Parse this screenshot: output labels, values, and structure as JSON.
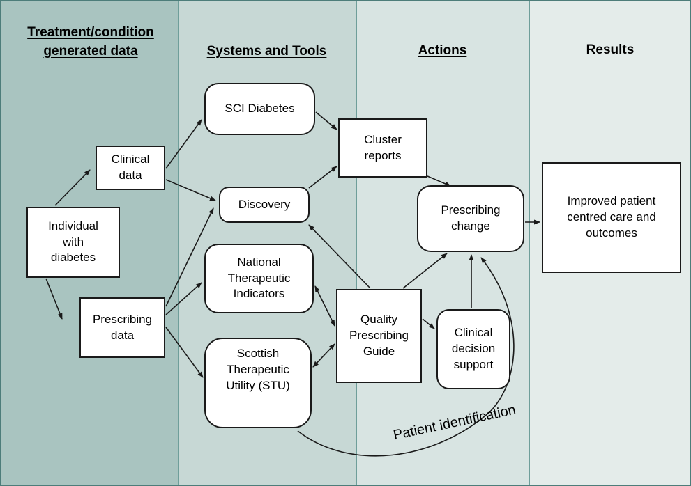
{
  "columns": [
    {
      "id": "data",
      "label": "Treatment/condition generated data"
    },
    {
      "id": "systems",
      "label": "Systems and Tools"
    },
    {
      "id": "actions",
      "label": "Actions"
    },
    {
      "id": "results",
      "label": "Results"
    }
  ],
  "nodes": {
    "individual": {
      "label": "Individual with diabetes",
      "shape": "rect"
    },
    "clinical_data": {
      "label": "Clinical data",
      "shape": "rect"
    },
    "prescribing_data": {
      "label": "Prescribing data",
      "shape": "rect"
    },
    "sci_diabetes": {
      "label": "SCI Diabetes",
      "shape": "rounded"
    },
    "discovery": {
      "label": "Discovery",
      "shape": "rounded"
    },
    "national_therapeutic_indicators": {
      "label": "National Therapeutic Indicators",
      "shape": "rounded"
    },
    "scottish_therapeutic_utility": {
      "label": "Scottish Therapeutic Utility (STU)",
      "shape": "rounded"
    },
    "cluster_reports": {
      "label": "Cluster reports",
      "shape": "rect"
    },
    "quality_prescribing_guide": {
      "label": "Quality Prescribing Guide",
      "shape": "rect"
    },
    "clinical_decision_support": {
      "label": "Clinical decision support",
      "shape": "rounded"
    },
    "prescribing_change": {
      "label": "Prescribing change",
      "shape": "rounded"
    },
    "improved_outcomes": {
      "label": "Improved patient centred care and outcomes",
      "shape": "rect"
    }
  },
  "edges": [
    {
      "from": "individual",
      "to": "clinical_data",
      "double": false
    },
    {
      "from": "individual",
      "to": "prescribing_data",
      "double": false
    },
    {
      "from": "clinical_data",
      "to": "sci_diabetes",
      "double": false
    },
    {
      "from": "clinical_data",
      "to": "discovery",
      "double": false
    },
    {
      "from": "prescribing_data",
      "to": "discovery",
      "double": false
    },
    {
      "from": "prescribing_data",
      "to": "national_therapeutic_indicators",
      "double": false
    },
    {
      "from": "prescribing_data",
      "to": "scottish_therapeutic_utility",
      "double": false
    },
    {
      "from": "sci_diabetes",
      "to": "cluster_reports",
      "double": false
    },
    {
      "from": "discovery",
      "to": "cluster_reports",
      "double": false
    },
    {
      "from": "cluster_reports",
      "to": "prescribing_change",
      "double": false
    },
    {
      "from": "quality_prescribing_guide",
      "to": "discovery",
      "double": false
    },
    {
      "from": "national_therapeutic_indicators",
      "to": "quality_prescribing_guide",
      "double": true
    },
    {
      "from": "scottish_therapeutic_utility",
      "to": "quality_prescribing_guide",
      "double": true
    },
    {
      "from": "quality_prescribing_guide",
      "to": "prescribing_change",
      "double": false
    },
    {
      "from": "quality_prescribing_guide",
      "to": "clinical_decision_support",
      "double": false
    },
    {
      "from": "clinical_decision_support",
      "to": "prescribing_change",
      "double": false
    },
    {
      "from": "prescribing_change",
      "to": "improved_outcomes",
      "double": false
    },
    {
      "from": "scottish_therapeutic_utility",
      "to": "prescribing_change",
      "double": false,
      "curved": true,
      "label": "Patient identification"
    }
  ],
  "annotations": {
    "patient_identification": "Patient identification"
  },
  "colors": {
    "col1": "#a9c4c0",
    "col2": "#c7d8d5",
    "col3": "#d8e4e2",
    "col4": "#e4ecea",
    "divider": "#6f9e9a",
    "outer_border": "#4d7d7a",
    "box_border": "#1a1a1a",
    "box_fill": "#ffffff",
    "arrow": "#1a1a1a"
  }
}
